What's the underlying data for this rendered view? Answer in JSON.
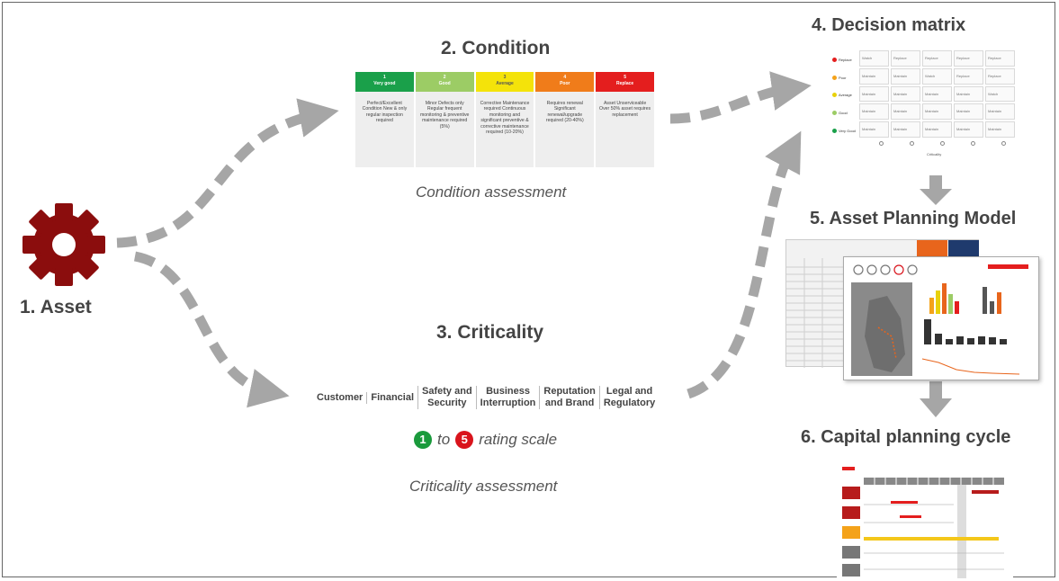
{
  "steps": {
    "asset": "1. Asset",
    "condition": "2. Condition",
    "criticality": "3. Criticality",
    "decision_matrix": "4. Decision matrix",
    "asset_planning_model": "5. Asset Planning Model",
    "capital_planning_cycle": "6. Capital planning cycle"
  },
  "captions": {
    "condition": "Condition assessment",
    "criticality": "Criticality assessment"
  },
  "condition_scale": [
    {
      "number": "1",
      "label": "Very good",
      "color": "#1aa04a",
      "description": "Perfect/Excellent Condition New & only regular inspection required"
    },
    {
      "number": "2",
      "label": "Good",
      "color": "#9ccc65",
      "description": "Minor Defects only Regular frequent monitoring & preventive maintenance required (5%)"
    },
    {
      "number": "3",
      "label": "Average",
      "color": "#f4e30a",
      "description": "Corrective Maintenance required Continuous monitoring and significant preventive & corrective maintenance required (10-20%)"
    },
    {
      "number": "4",
      "label": "Poor",
      "color": "#f07c1a",
      "description": "Requires renewal Significant renewal/upgrade required (20-40%)"
    },
    {
      "number": "5",
      "label": "Replace",
      "color": "#e41e1e",
      "description": "Asset Unserviceable Over 50% asset requires replacement"
    }
  ],
  "criticality_factors": [
    {
      "line1": "Customer",
      "line2": ""
    },
    {
      "line1": "Financial",
      "line2": ""
    },
    {
      "line1": "Safety and",
      "line2": "Security"
    },
    {
      "line1": "Business",
      "line2": "Interruption"
    },
    {
      "line1": "Reputation",
      "line2": "and Brand"
    },
    {
      "line1": "Legal and",
      "line2": "Regulatory"
    }
  ],
  "rating_scale": {
    "low": "1",
    "high": "5",
    "word_to": "to",
    "word_scale": "rating scale",
    "low_color": "#1a9a3c",
    "high_color": "#d9141c"
  },
  "decision_matrix": {
    "rows": [
      "Replace",
      "Poor",
      "Average",
      "Good",
      "Very Good"
    ],
    "row_colors": [
      "#e41e1e",
      "#f4a21a",
      "#e8d10a",
      "#9ccc65",
      "#1aa04a"
    ],
    "axis_label": "Criticality",
    "cells": [
      [
        "Watch",
        "Replace",
        "Replace",
        "Replace",
        "Replace"
      ],
      [
        "Maintain",
        "Maintain",
        "Watch",
        "Replace",
        "Replace"
      ],
      [
        "Maintain",
        "Maintain",
        "Maintain",
        "Maintain",
        "Watch"
      ],
      [
        "Maintain",
        "Maintain",
        "Maintain",
        "Maintain",
        "Maintain"
      ],
      [
        "Maintain",
        "Maintain",
        "Maintain",
        "Maintain",
        "Maintain"
      ]
    ]
  },
  "colors": {
    "gear": "#8b0d0d",
    "arrows": "#a6a6a6"
  },
  "icons": [
    "gear-icon",
    "dashed-arrow"
  ]
}
